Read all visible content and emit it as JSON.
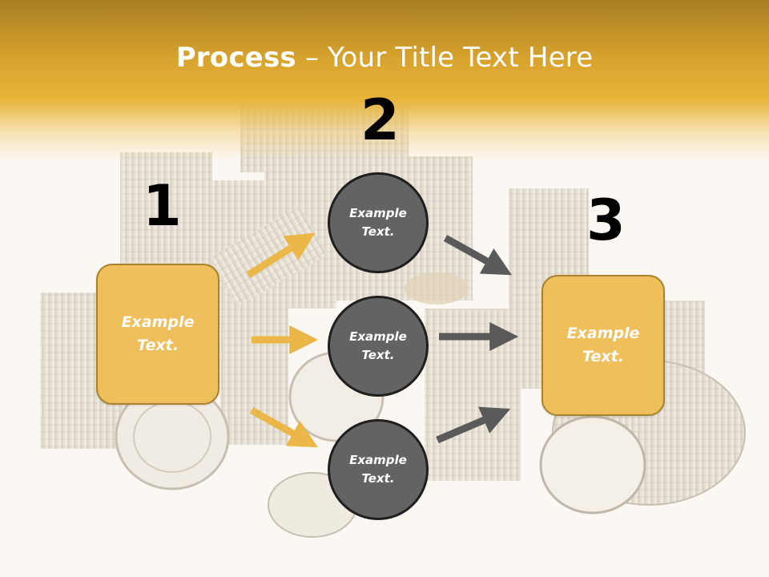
{
  "title": {
    "strong": "Process",
    "rest": " – Your Title Text Here"
  },
  "steps": [
    {
      "number": "1",
      "box_text": "Example Text."
    },
    {
      "number": "2",
      "circle_texts": [
        "Example Text.",
        "Example Text.",
        "Example Text."
      ]
    },
    {
      "number": "3",
      "box_text": "Example Text."
    }
  ],
  "colors": {
    "header": "#e3ad35",
    "box_fill": "#eebf5a",
    "box_border": "#a9822c",
    "circle_fill": "#636363",
    "circle_border": "#1f1f1f",
    "arrow_gold": "#eab748",
    "arrow_gray": "#5a5a5a"
  },
  "background_image": "tin-cans-photo"
}
